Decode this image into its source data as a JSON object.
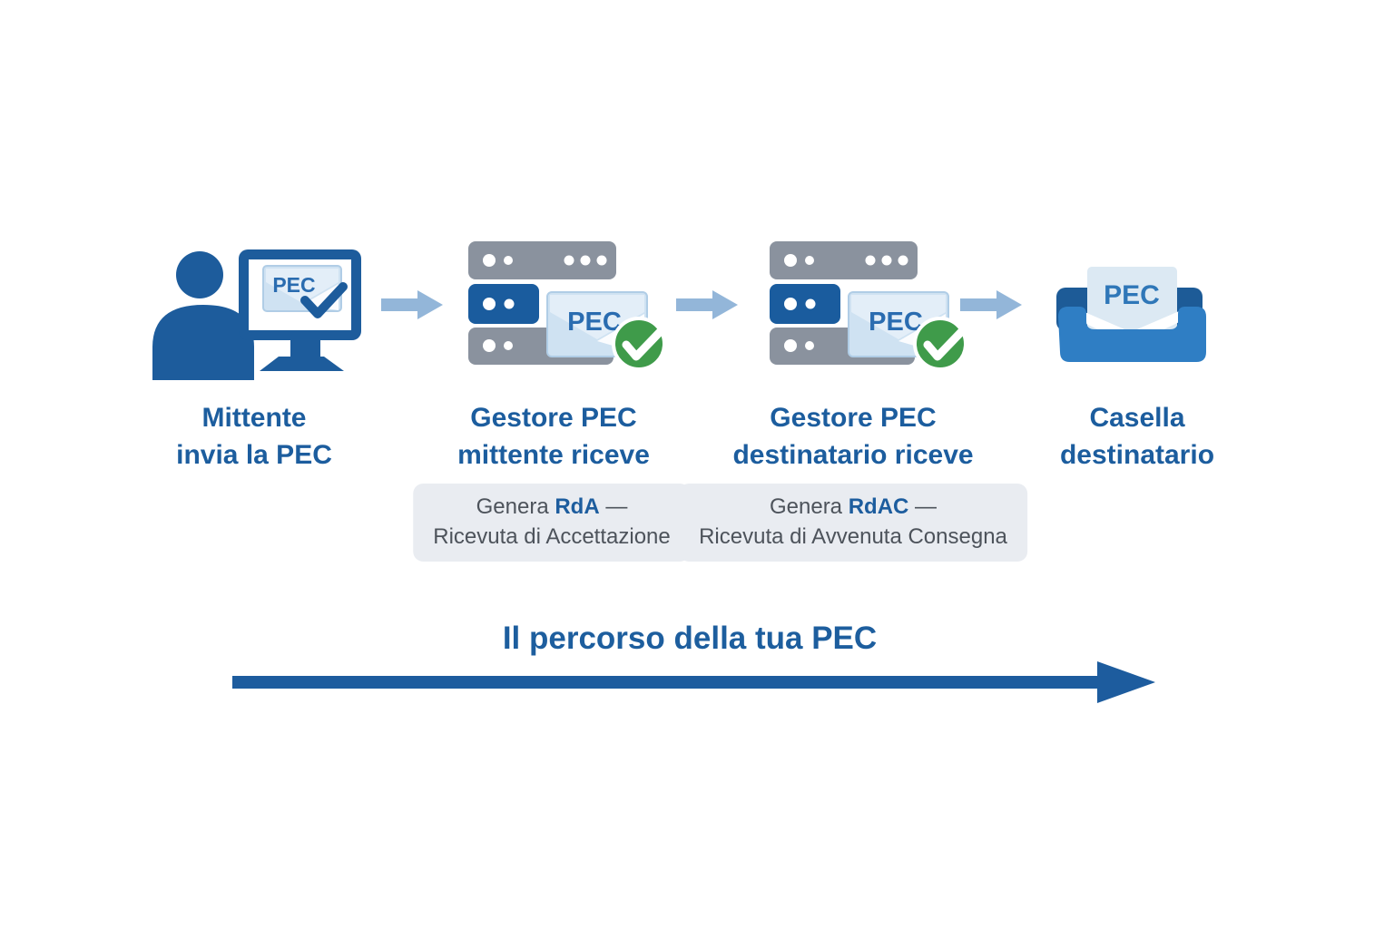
{
  "flow": {
    "pec_label": "PEC",
    "steps": [
      {
        "id": "mittente",
        "icon": "sender-computer-icon",
        "label_line1": "Mittente",
        "label_line2": "invia la PEC"
      },
      {
        "id": "gestore-pec-mittente",
        "icon": "server-stack-icon",
        "label_line1": "Gestore PEC",
        "label_line2": "mittente riceve",
        "note": {
          "prefix": "Genera ",
          "code": "RdA",
          "dash": " —",
          "line2": "Ricevuta di Accettazione"
        }
      },
      {
        "id": "gestore-pec-destinatario",
        "icon": "server-stack-icon",
        "label_line1": "Gestore PEC",
        "label_line2": "destinatario riceve",
        "note": {
          "prefix": "Genera ",
          "code": "RdAC",
          "dash": " —",
          "line2": "Ricevuta di Avvenuta Consegna"
        }
      },
      {
        "id": "casella-destinatario",
        "icon": "inbox-tray-icon",
        "label_line1": "Casella",
        "label_line2": "destinatario"
      }
    ],
    "timeline": {
      "title": "Il percorso della tua PEC"
    }
  },
  "colors": {
    "primary_blue": "#1d5c9c",
    "heading_blue": "#1c5d9e",
    "pec_text_blue": "#2a6cb0",
    "server_gray": "#8a929e",
    "connector_arrow_blue": "#93b6d9",
    "envelope_light_blue": "#cfe2f2",
    "envelope_flap_blue": "#e3eef8",
    "badge_green": "#3f9b4a",
    "inbox_front_blue": "#2f7ec4",
    "inbox_back_navy": "#1d5b97",
    "paper_light_blue": "#dce9f3",
    "note_box_bg": "#e9ecf1",
    "note_text_gray": "#4d535b",
    "timeline_arrow_blue": "#1d5c9e"
  }
}
